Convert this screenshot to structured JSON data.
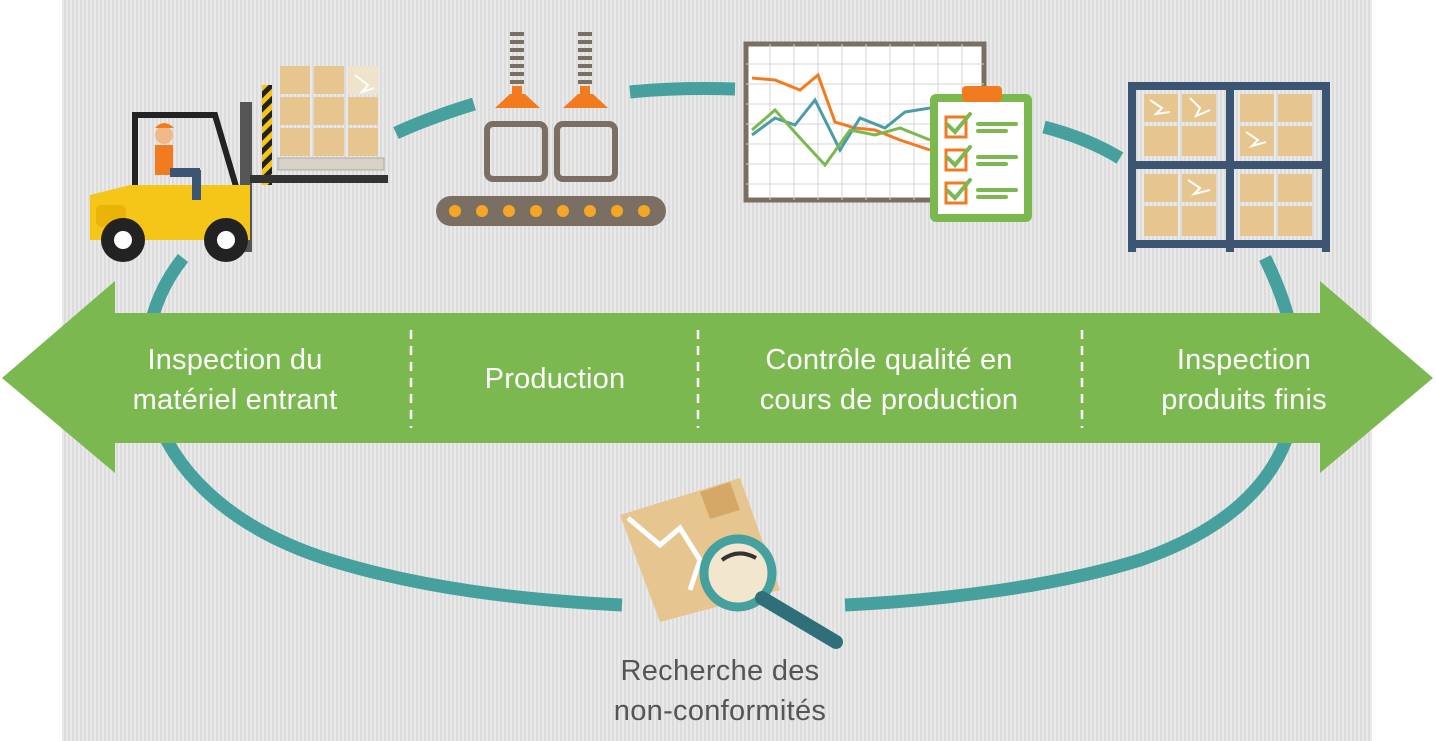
{
  "stages": [
    {
      "label": "Inspection du\nmatériel entrant",
      "icon": "forklift-icon"
    },
    {
      "label": "Production",
      "icon": "conveyor-machine-icon"
    },
    {
      "label": "Contrôle qualité en\ncours de production",
      "icon": "chart-checklist-icon"
    },
    {
      "label": "Inspection\nproduits finis",
      "icon": "warehouse-shelf-icon"
    }
  ],
  "bottom": {
    "label": "Recherche des\nnon-conformités",
    "icon": "damaged-box-magnifier-icon"
  },
  "colors": {
    "arrow": "#7cb850",
    "cycle": "#45a09e",
    "background": "#e2e2e2",
    "label_text": "#ffffff",
    "bottom_text": "#555555"
  }
}
